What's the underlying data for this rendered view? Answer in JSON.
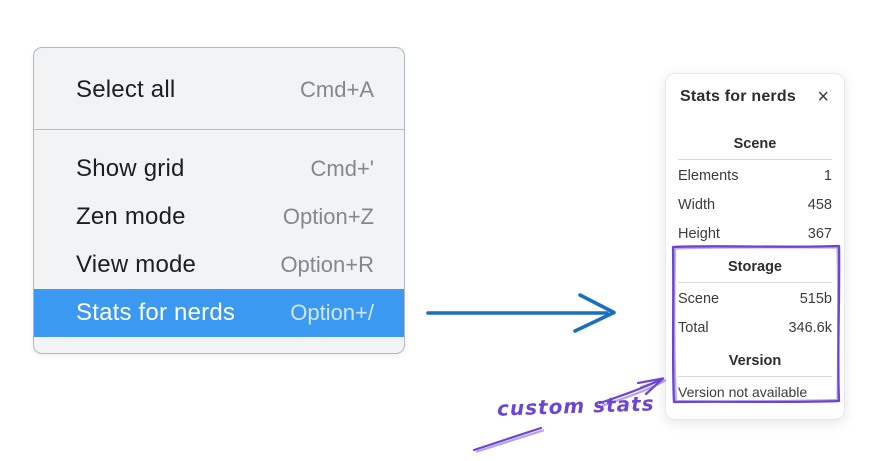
{
  "colors": {
    "menu_highlight": "#3b99f1",
    "arrow_blue": "#1b6fc0",
    "annotation_purple": "#6c45d4"
  },
  "menu": {
    "items": [
      {
        "label": "Select all",
        "shortcut": "Cmd+A",
        "highlighted": false
      },
      {
        "label": "Show grid",
        "shortcut": "Cmd+'",
        "highlighted": false
      },
      {
        "label": "Zen mode",
        "shortcut": "Option+Z",
        "highlighted": false
      },
      {
        "label": "View mode",
        "shortcut": "Option+R",
        "highlighted": false
      },
      {
        "label": "Stats for nerds",
        "shortcut": "Option+/",
        "highlighted": true
      }
    ]
  },
  "stats_panel": {
    "title": "Stats for nerds",
    "close_glyph": "×",
    "sections": [
      {
        "heading": "Scene",
        "rows": [
          {
            "label": "Elements",
            "value": "1"
          },
          {
            "label": "Width",
            "value": "458"
          },
          {
            "label": "Height",
            "value": "367"
          }
        ]
      },
      {
        "heading": "Storage",
        "rows": [
          {
            "label": "Scene",
            "value": "515b"
          },
          {
            "label": "Total",
            "value": "346.6k"
          }
        ]
      },
      {
        "heading": "Version",
        "note": "Version not available"
      }
    ]
  },
  "annotation": {
    "label": "custom stats"
  }
}
